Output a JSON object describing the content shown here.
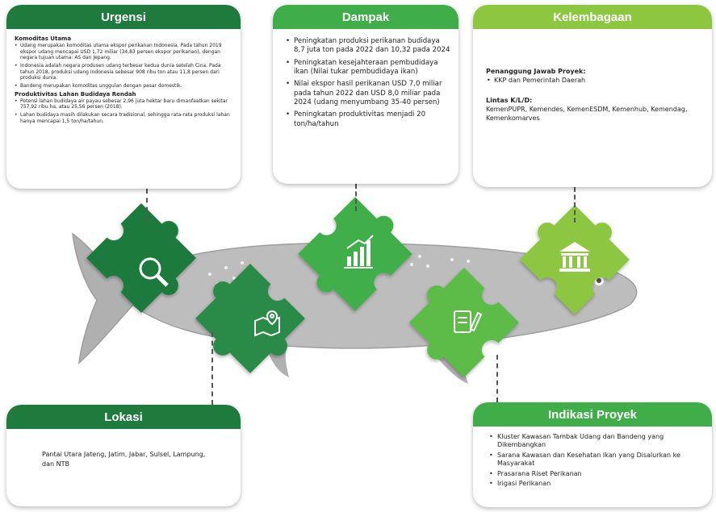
{
  "urgensi": {
    "title": "Urgensi",
    "section1_title": "Komoditas Utama",
    "section1_items": [
      "Udang merupakan komoditas utama ekspor perikanan Indonesia. Pada tahun 2019 ekspor udang mencapai USD 1,72 miliar (34,83 persen ekspor perikanan), dengan negara tujuan utama: AS dan Jepang.",
      "Indonesia adalah negara produsen udang terbesar kedua dunia setelah Cina. Pada tahun 2018, produksi udang Indonesia sebesar 908 ribu ton atau 11,8 persen dari produksi dunia.",
      "Bandeng merupakan komoditas unggulan dengan pasar domestik."
    ],
    "section2_title": "Produktivitas Lahan Budidaya Rendah",
    "section2_items": [
      "Potensi lahan budidaya air payau sebesar 2,96 juta hektar baru dimanfaatkan sekitar 757,92 ribu ha, atau 25,56 persen (2018).",
      "Lahan budidaya masih dilakukan secara tradisional, sehingga rata-rata produksi lahan hanya mencapai 1,5 ton/ha/tahun."
    ]
  },
  "dampak": {
    "title": "Dampak",
    "items": [
      "Peningkatan produksi perikanan budidaya 8,7 juta ton pada 2022 dan 10,32 pada 2024",
      "Peningkatan kesejahteraan pembudidaya ikan (Nilai tukar pembudidaya ikan)",
      "Nilai ekspor hasil perikanan USD 7,0 miliar pada tahun 2022 dan USD 8,0 miliar pada 2024 (udang menyumbang 35-40 persen)",
      "Peningkatan produktivitas menjadi 20 ton/ha/tahun"
    ]
  },
  "kelembagaan": {
    "title": "Kelembagaan",
    "pj_title": "Penanggung Jawab Proyek:",
    "pj_item": "KKP dan Pemerintah Daerah",
    "lintas_title": "Lintas K/L/D:",
    "lintas_text": "KemenPUPR, Kemendes, KemenESDM, Kemenhub, Kemendag, Kemenkomarves"
  },
  "lokasi": {
    "title": "Lokasi",
    "text": "Pantai Utara Jateng, Jatim, Jabar, Sulsel, Lampung, dan NTB"
  },
  "indikasi": {
    "title": "Indikasi Proyek",
    "items": [
      "Kluster Kawasan Tambak Udang dan Bandeng yang Dikembangkan",
      "Sarana Kawasan dan Kesehatan Ikan yang Disalurkan ke Masyarakat",
      "Prasarana Riset Perikanan",
      "Irigasi Perikanan"
    ]
  },
  "colors": {
    "dark_green": "#1e7a3d",
    "mid_green": "#3fae49",
    "light_green": "#8dc63f",
    "fish_gray": "#b8b8b8"
  },
  "icons": {
    "piece1": "magnifier-icon",
    "piece2": "map-pin-icon",
    "piece3": "bar-chart-growth-icon",
    "piece4": "document-pen-icon",
    "piece5": "institution-building-icon"
  }
}
